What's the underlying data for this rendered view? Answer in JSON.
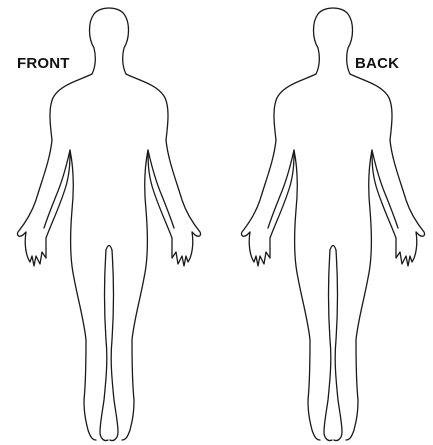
{
  "diagram": {
    "views": [
      {
        "id": "front",
        "label": "FRONT"
      },
      {
        "id": "back",
        "label": "BACK"
      }
    ],
    "outline_color": "#1a1a1a",
    "background_color": "#ffffff",
    "icons": [
      "human-body-front-icon",
      "human-body-back-icon"
    ]
  }
}
